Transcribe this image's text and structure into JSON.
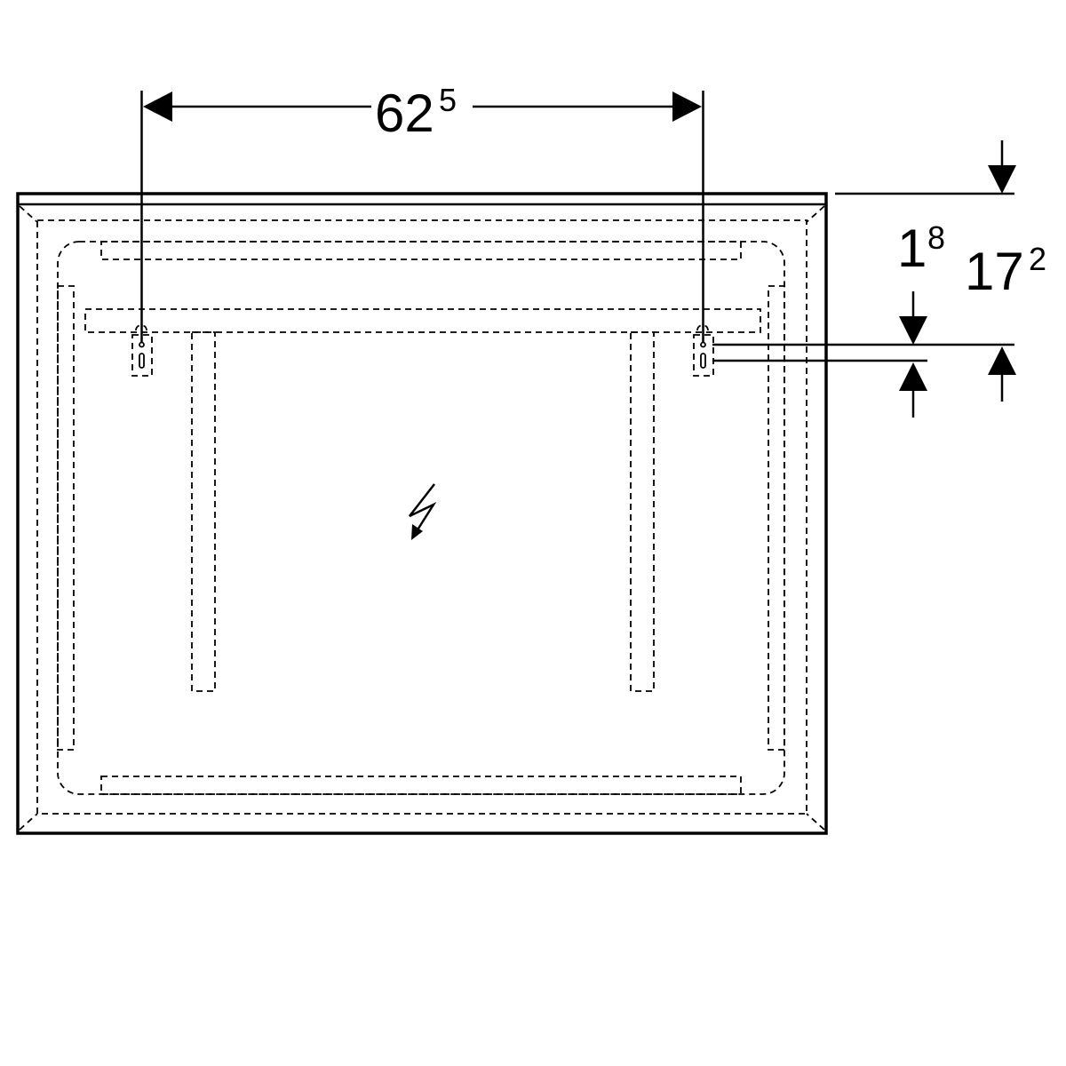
{
  "dimensions": {
    "width": {
      "main": "62",
      "sup": "5"
    },
    "gap": {
      "main": "1",
      "sup": "8"
    },
    "offset": {
      "main": "17",
      "sup": "2"
    }
  },
  "icons": {
    "center": "lightning-bolt-icon"
  }
}
